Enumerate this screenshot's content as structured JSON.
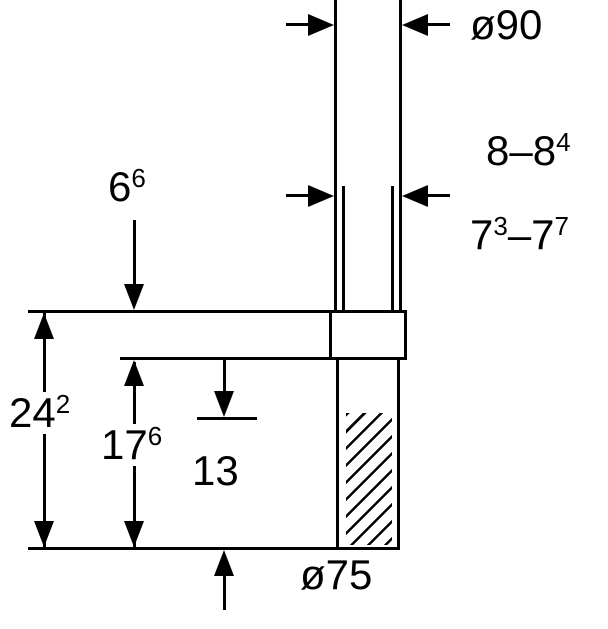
{
  "drawing": {
    "type": "technical-dimension-drawing",
    "background_color": "#ffffff",
    "line_color": "#000000",
    "labels": {
      "diameter_top": [
        {
          "t": "ø90"
        }
      ],
      "range_outer": [
        {
          "t": "8–8"
        },
        {
          "t": "4",
          "sup": true
        }
      ],
      "range_inner": [
        {
          "t": "7"
        },
        {
          "t": "3",
          "sup": true
        },
        {
          "t": "–7"
        },
        {
          "t": "7",
          "sup": true
        }
      ],
      "dim_socket": [
        {
          "t": "6"
        },
        {
          "t": "6",
          "sup": true
        }
      ],
      "dim_total": [
        {
          "t": "24"
        },
        {
          "t": "2",
          "sup": true
        }
      ],
      "dim_pipe": [
        {
          "t": "17"
        },
        {
          "t": "6",
          "sup": true
        }
      ],
      "dim_insert": [
        {
          "t": "13"
        }
      ],
      "diameter_bottom": [
        {
          "t": "ø75"
        }
      ]
    }
  }
}
